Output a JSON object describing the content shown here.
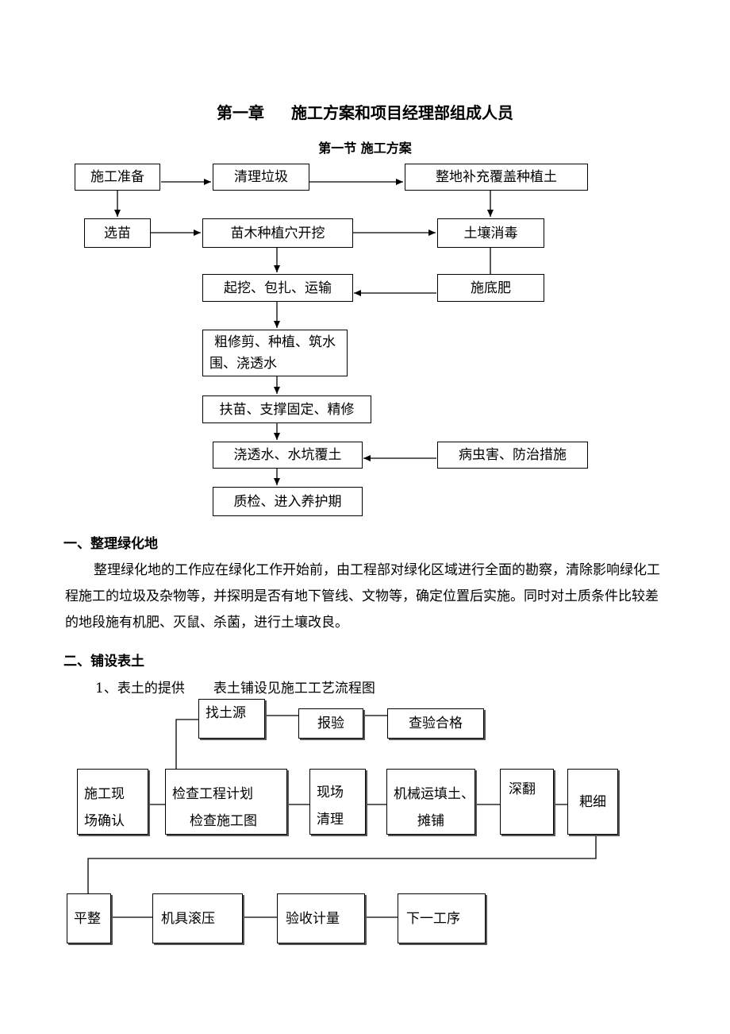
{
  "title": {
    "chapter": "第一章",
    "chapter_name": "施工方案和项目经理部组成人员",
    "section": "第一节  施工方案"
  },
  "flow1": {
    "prep": "施工准备",
    "clear_garbage": "清理垃圾",
    "level_soil": "整地补充覆盖种植土",
    "select_seedling": "选苗",
    "dig_hole": "苗木种植穴开挖",
    "disinfect": "土壤消毒",
    "dig_wrap_transport": "起挖、包扎、运输",
    "base_fertilizer": "施底肥",
    "prune_line1": "粗修剪、种植、筑水",
    "prune_line2": "围、浇透水",
    "support": "扶苗、支撑固定、精修",
    "water_cover": "浇透水、水坑覆土",
    "pest_control": "病虫害、防治措施",
    "inspection": "质检、进入养护期"
  },
  "section1": {
    "heading": "一、整理绿化地",
    "paragraph": "整理绿化地的工作应在绿化工作开始前，由工程部对绿化区域进行全面的勘察，清除影响绿化工程施工的垃圾及杂物等，并探明是否有地下管线、文物等，确定位置后实施。同时对土质条件比较差的地段施有机肥、灭鼠、杀菌，进行土壤改良。"
  },
  "section2": {
    "heading": "二、铺设表土",
    "sub": "1、表土的提供",
    "sub_note": "表土铺设见施工工艺流程图"
  },
  "flow2": {
    "find_source": "找土源",
    "report": "报验",
    "check_pass": "查验合格",
    "site_confirm_1": "施工现",
    "site_confirm_2": "场确认",
    "check_plan_1": "检查工程计划",
    "check_plan_2": "检查施工图",
    "site_clean_1": "现场",
    "site_clean_2": "清理",
    "machine_fill_1": "机械运填土、",
    "machine_fill_2": "摊铺",
    "deep_plow": "深翻",
    "harrow": "耙细",
    "flatten": "平整",
    "roll": "机具滚压",
    "acceptance": "验收计量",
    "next_step": "下一工序"
  }
}
